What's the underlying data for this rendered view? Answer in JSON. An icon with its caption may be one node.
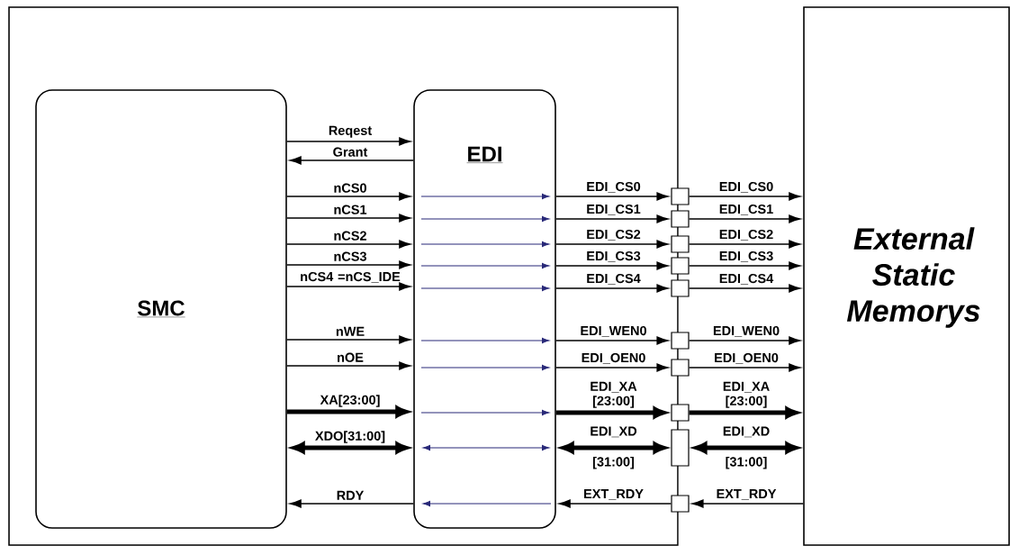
{
  "diagram": {
    "nodes": [
      {
        "text": [],
        "shape": "box"
      },
      {
        "text": [
          "SMC"
        ],
        "in": 0
      },
      {
        "text": [
          "EDI"
        ],
        "in": 0
      },
      {
        "text": [
          "External Static Memorys"
        ]
      },
      {
        "text": [],
        "shape": "box"
      },
      {
        "text": [],
        "shape": "box"
      },
      {
        "text": [],
        "shape": "box"
      },
      {
        "text": [],
        "shape": "box"
      },
      {
        "text": [],
        "shape": "box"
      },
      {
        "text": [],
        "shape": "box"
      },
      {
        "text": [],
        "shape": "box"
      },
      {
        "text": [],
        "shape": "box"
      },
      {
        "text": [],
        "shape": "box"
      },
      {
        "text": [],
        "shape": "box"
      }
    ],
    "edges": [
      {
        "from": 1,
        "to": 2,
        "arrow": "to",
        "label": "Reqest"
      },
      {
        "from": 2,
        "to": 1,
        "arrow": "to",
        "label": "Grant"
      },
      {
        "from": 1,
        "to": 2,
        "arrow": "to",
        "label": "nCS0"
      },
      {
        "from": 1,
        "to": 2,
        "arrow": "to",
        "label": "nCS1"
      },
      {
        "from": 1,
        "to": 2,
        "arrow": "to",
        "label": "nCS2"
      },
      {
        "from": 1,
        "to": 2,
        "arrow": "to",
        "label": "nCS3"
      },
      {
        "from": 1,
        "to": 2,
        "arrow": "to",
        "label": "nCS4 =nCS_IDE"
      },
      {
        "from": 1,
        "to": 2,
        "arrow": "to",
        "label": "nWE"
      },
      {
        "from": 1,
        "to": 2,
        "arrow": "to",
        "label": "nOE"
      },
      {
        "from": 1,
        "to": 2,
        "arrow": "to",
        "label": "XA[23:00]",
        "style": "thick"
      },
      {
        "from": 1,
        "to": 2,
        "arrow": "both",
        "label": "XDO[31:00]",
        "style": "thick"
      },
      {
        "from": 2,
        "to": 1,
        "arrow": "to",
        "label": "RDY"
      },
      {
        "from": 2,
        "to": 4,
        "arrow": "to",
        "label": "EDI_CS0"
      },
      {
        "from": 2,
        "to": 5,
        "arrow": "to",
        "label": "EDI_CS1"
      },
      {
        "from": 2,
        "to": 6,
        "arrow": "to",
        "label": "EDI_CS2"
      },
      {
        "from": 2,
        "to": 7,
        "arrow": "to",
        "label": "EDI_CS3"
      },
      {
        "from": 2,
        "to": 8,
        "arrow": "to",
        "label": "EDI_CS4"
      },
      {
        "from": 2,
        "to": 9,
        "arrow": "to",
        "label": "EDI_WEN0"
      },
      {
        "from": 2,
        "to": 10,
        "arrow": "to",
        "label": "EDI_OEN0"
      },
      {
        "from": 2,
        "to": 11,
        "arrow": "to",
        "label": "EDI_XA [23:00]",
        "style": "thick"
      },
      {
        "from": 2,
        "to": 12,
        "arrow": "both",
        "label": "EDI_XD [31:00]",
        "style": "thick"
      },
      {
        "from": 13,
        "to": 2,
        "arrow": "to",
        "label": "EXT_RDY"
      },
      {
        "from": 4,
        "to": 3,
        "arrow": "to",
        "label": "EDI_CS0"
      },
      {
        "from": 5,
        "to": 3,
        "arrow": "to",
        "label": "EDI_CS1"
      },
      {
        "from": 6,
        "to": 3,
        "arrow": "to",
        "label": "EDI_CS2"
      },
      {
        "from": 7,
        "to": 3,
        "arrow": "to",
        "label": "EDI_CS3"
      },
      {
        "from": 8,
        "to": 3,
        "arrow": "to",
        "label": "EDI_CS4"
      },
      {
        "from": 9,
        "to": 3,
        "arrow": "to",
        "label": "EDI_WEN0"
      },
      {
        "from": 10,
        "to": 3,
        "arrow": "to",
        "label": "EDI_OEN0"
      },
      {
        "from": 11,
        "to": 3,
        "arrow": "to",
        "label": "EDI_XA [23:00]",
        "style": "thick"
      },
      {
        "from": 12,
        "to": 3,
        "arrow": "both",
        "label": "EDI_XD [31:00]",
        "style": "thick"
      },
      {
        "from": 3,
        "to": 13,
        "arrow": "to",
        "label": "EXT_RDY"
      }
    ]
  }
}
